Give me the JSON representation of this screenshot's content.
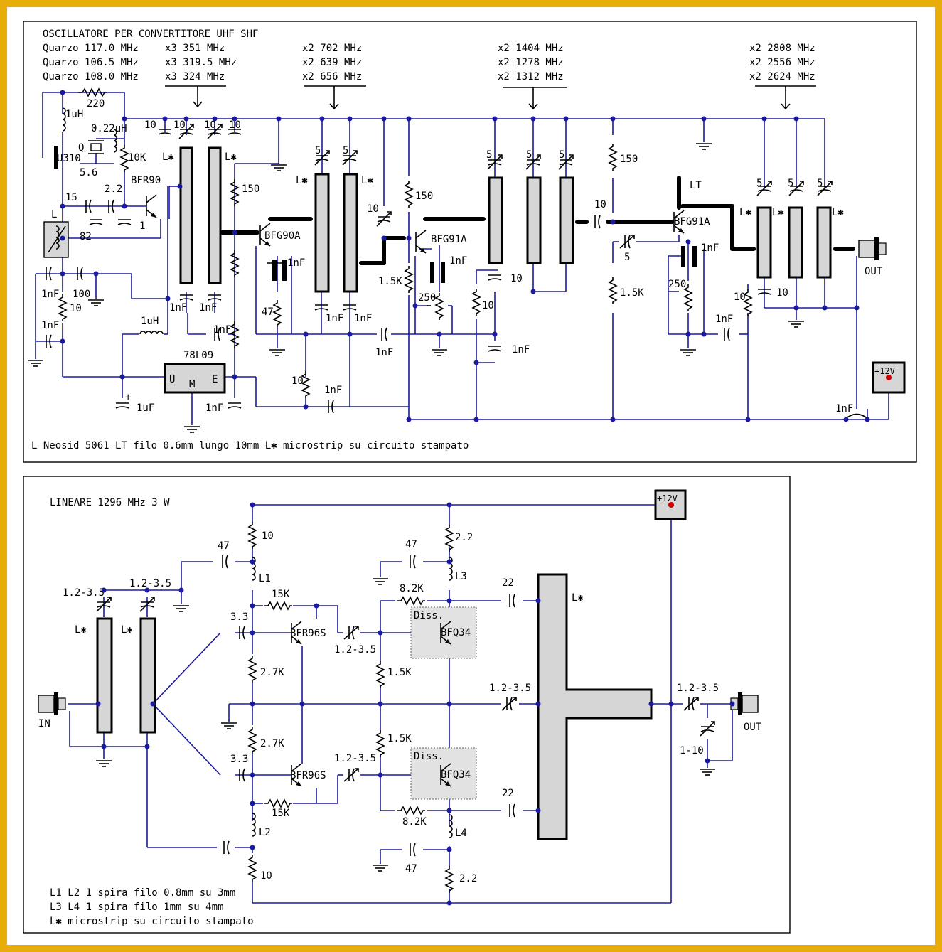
{
  "osc": {
    "title": "OSCILLATORE PER CONVERTITORE UHF SHF",
    "freq_rows": [
      [
        "Quarzo 117.0 MHz",
        "x3 351 MHz",
        "x2 702 MHz",
        "x2 1404 MHz",
        "x2 2808 MHz"
      ],
      [
        "Quarzo 106.5 MHz",
        "x3 319.5 MHz",
        "x2 639 MHz",
        "x2 1278 MHz",
        "x2 2556 MHz"
      ],
      [
        "Quarzo 108.0 MHz",
        "x3 324 MHz",
        "x2 656 MHz",
        "x2 1312 MHz",
        "x2 2624 MHz"
      ]
    ],
    "labels": {
      "r220": "220",
      "l1uh": "1uH",
      "c022": "0.22uH",
      "q": "Q",
      "u310": "U310",
      "r10k": "10K",
      "c56": "5.6",
      "c22": "2.2",
      "bfr90": "BFR90",
      "c15": "15",
      "l": "L",
      "c82": "82",
      "c1": "1",
      "c1nf_a": "1nF",
      "c100": "100",
      "r10_a": "10",
      "c1nf_b": "1nF",
      "l1uh_b": "1uH",
      "reg": "78L09",
      "reg_u": "U",
      "reg_m": "M",
      "reg_e": "E",
      "c1uf": "1uF",
      "plus": "+",
      "c1nf_c": "1nF",
      "c10_a": "10",
      "c10_b": "10",
      "c10_c": "10",
      "c10_d": "10",
      "c10_e": "10",
      "lstar_a": "L✱",
      "lstar_b": "L✱",
      "c1nf_d": "1nF",
      "c1nf_e": "1nF",
      "c1nf_f": "1nF",
      "r150_a": "150",
      "bfg90a": "BFG90A",
      "c1nf_g": "1nF",
      "r47": "47",
      "c5_a": "5",
      "c5_b": "5",
      "lstar_c": "L✱",
      "lstar_d": "L✱",
      "c1nf_h": "1nF",
      "c1nf_i": "1nF",
      "c1nf_j": "1nF",
      "r10_b": "10",
      "c1nf_k": "1nF",
      "c10_f": "10",
      "r150_b": "150",
      "r15k_a": "1.5K",
      "bfg91a_a": "BFG91A",
      "c1nf_l": "1nF",
      "r250_a": "250",
      "c1nf_m": "1nF",
      "c5_c": "5",
      "c5_d": "5",
      "c5_e": "5",
      "c10_g": "10",
      "r10_c": "10",
      "c1nf_n": "1nF",
      "c10_h": "10",
      "r150_c": "150",
      "c5_f": "5",
      "r15k_b": "1.5K",
      "lt": "LT",
      "bfg91a_b": "BFG91A",
      "c1nf_o": "1nF",
      "r250_b": "250",
      "r10_d": "10",
      "c1nf_p": "1nF",
      "c5_g": "5",
      "c5_h": "5",
      "c5_i": "5",
      "lstar_e": "L✱",
      "lstar_f": "L✱",
      "lstar_g": "L✱",
      "c10_i": "10",
      "out": "OUT",
      "p12v": "+12V",
      "c1nf_q": "1nF"
    },
    "footer": "L Neosid 5061   LT filo 0.6mm lungo 10mm L✱ microstrip su circuito stampato"
  },
  "amp": {
    "title": "LINEARE 1296 MHz 3 W",
    "labels": {
      "p12v": "+12V",
      "r10_top": "10",
      "c47_a": "47",
      "l1": "L1",
      "c1235_a": "1.2-3.5",
      "c1235_b": "1.2-3.5",
      "r15k_a": "15K",
      "lstar_a": "L✱",
      "lstar_b": "L✱",
      "c33_a": "3.3",
      "bfr96s_a": "BFR96S",
      "c1235_c": "1.2-3.5",
      "r2_2_top": "2.2",
      "c47_b": "47",
      "l3": "L3",
      "r8_2k_a": "8.2K",
      "c22_a": "22",
      "lstar_c": "L✱",
      "diss_a": "Diss.",
      "bfq34_a": "BFQ34",
      "r1_5k_a": "1.5K",
      "r2_7k_a": "2.7K",
      "in": "IN",
      "c1235_d": "1.2-3.5",
      "c1235_e": "1.2-3.5",
      "out": "OUT",
      "r2_7k_b": "2.7K",
      "r1_5k_b": "1.5K",
      "c1_10": "1-10",
      "c33_b": "3.3",
      "bfr96s_b": "BFR96S",
      "c1235_f": "1.2-3.5",
      "diss_b": "Diss.",
      "bfq34_b": "BFQ34",
      "r15k_b": "15K",
      "r8_2k_b": "8.2K",
      "c22_b": "22",
      "l2": "L2",
      "l4": "L4",
      "c47_c": "47",
      "r10_bot": "10",
      "r2_2_bot": "2.2"
    },
    "notes": [
      "L1 L2 1 spira filo 0.8mm su 3mm",
      "L3 L4 1 spira filo 1mm su 4mm",
      "L✱ microstrip su circuito stampato"
    ]
  },
  "colors": {
    "frame": "#e8ad0b",
    "wire": "#1a1aa0",
    "terminal_dot": "#cc0000"
  }
}
